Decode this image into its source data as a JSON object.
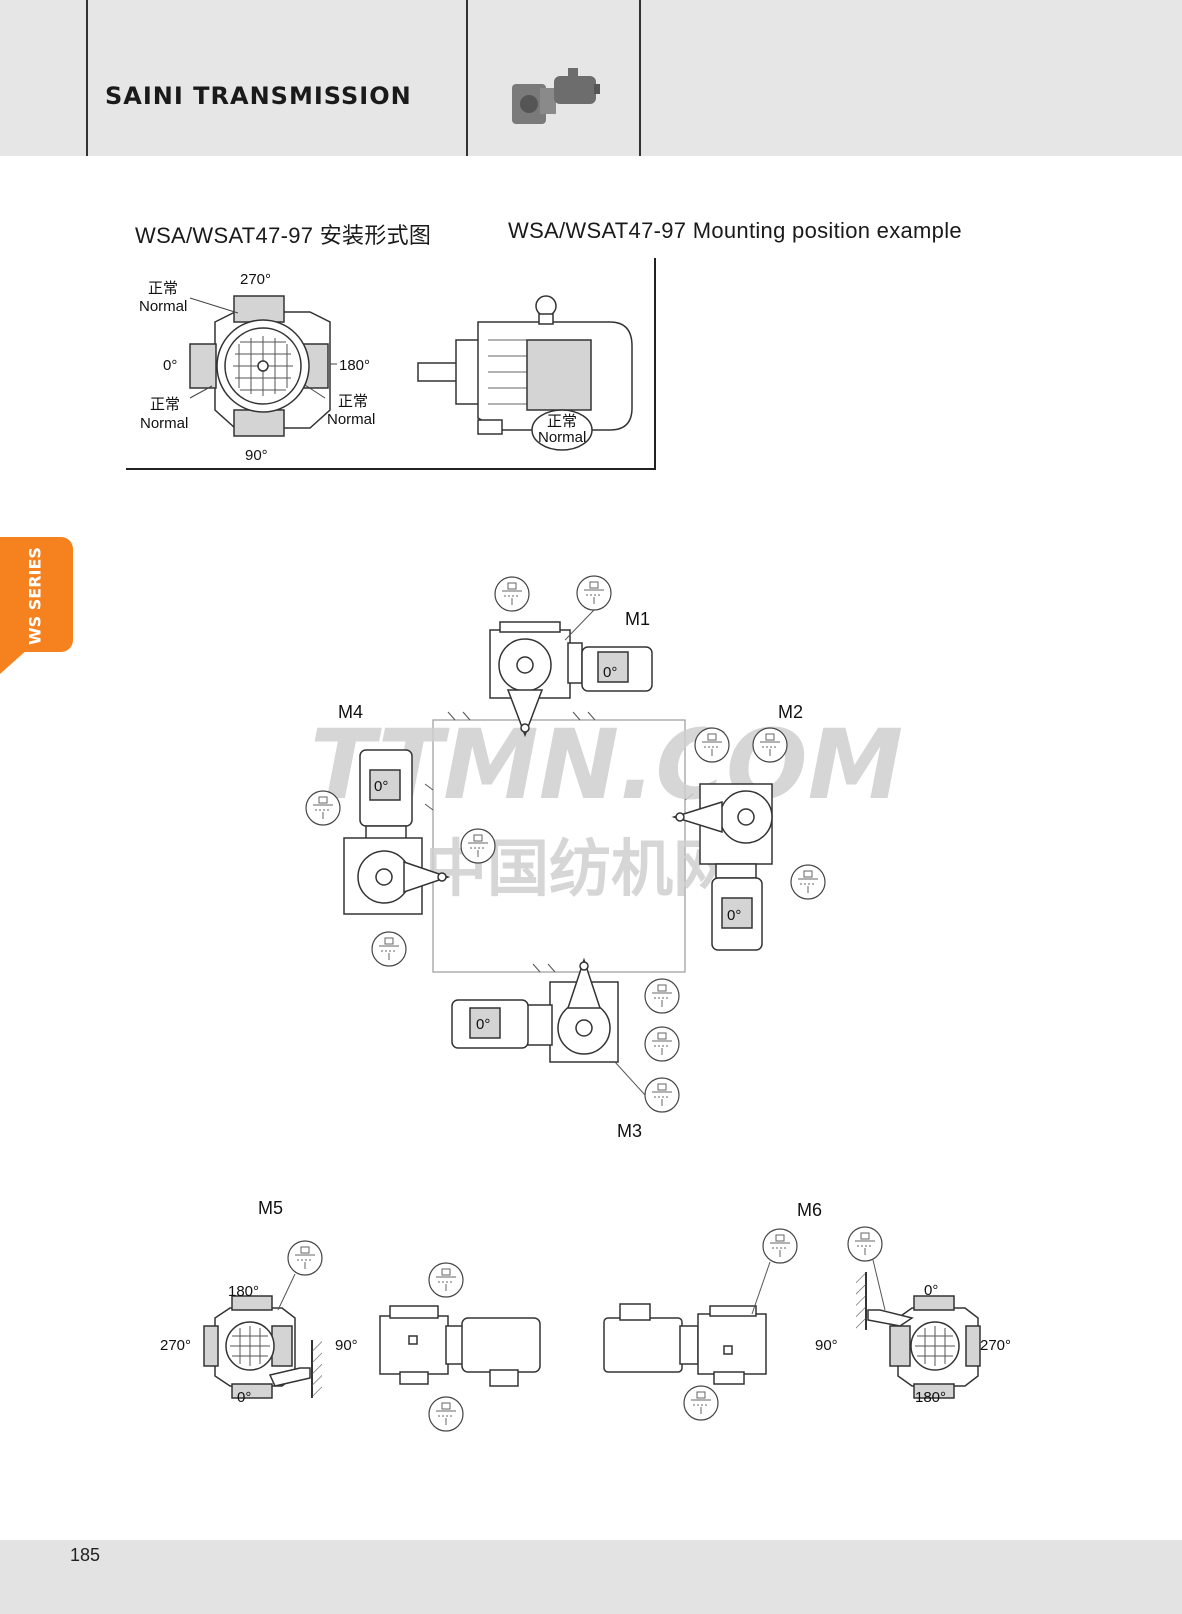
{
  "header": {
    "brand": "SAINI TRANSMISSION"
  },
  "titles": {
    "cn": "WSA/WSAT47-97 安装形式图",
    "en": "WSA/WSAT47-97 Mounting position example"
  },
  "side_tab": {
    "label": "WS SERIES",
    "color": "#f5821f"
  },
  "reference_diagram": {
    "angles": {
      "a270": "270°",
      "a0": "0°",
      "a180": "180°",
      "a90": "90°"
    },
    "normal_cn": "正常",
    "normal_en": "Normal"
  },
  "positions": {
    "m1": "M1",
    "m2": "M2",
    "m3": "M3",
    "m4": "M4",
    "m5": "M5",
    "m6": "M6",
    "motor_angle": "0°"
  },
  "m5_angles": {
    "top": "180°",
    "left": "270°",
    "right": "90°",
    "bottom": "0°"
  },
  "m6_angles": {
    "top": "0°",
    "left": "90°",
    "right": "270°",
    "bottom": "180°"
  },
  "watermark": {
    "line1": "TTMN.COM",
    "line2": "中国纺机网"
  },
  "footer": {
    "page_number": "185"
  }
}
